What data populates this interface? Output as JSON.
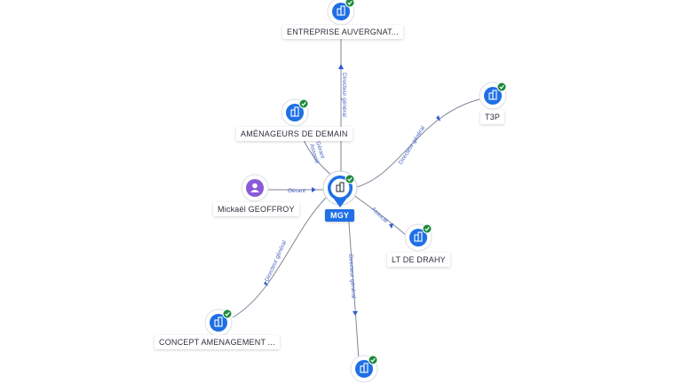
{
  "colors": {
    "company": "#1f6fe5",
    "person": "#8a5ad8",
    "check": "#1d8a3a",
    "edge": "#7d8696",
    "edge_label": "#4a67c9"
  },
  "nodes": {
    "center": {
      "label": "MGY",
      "icon": "building-icon"
    },
    "entreprise_auvergnat": {
      "label": "ENTREPRISE AUVERGNAT...",
      "icon": "building-icon"
    },
    "amenageurs": {
      "label": "AMÉNAGEURS DE DEMAIN",
      "icon": "building-icon"
    },
    "t3p": {
      "label": "T3P",
      "icon": "building-icon"
    },
    "mickael": {
      "label": "Mickaël GEOFFROY",
      "icon": "person-icon"
    },
    "lt_drahy": {
      "label": "LT DE DRAHY",
      "icon": "building-icon"
    },
    "concept": {
      "label": "CONCEPT AMENAGEMENT ...",
      "icon": "building-icon"
    },
    "bottom": {
      "label": "",
      "icon": "building-icon"
    }
  },
  "edges": {
    "entreprise_auvergnat": "Directeur général",
    "amenageurs_1": "Gérant",
    "amenageurs_2": "Associé",
    "t3p": "Directeur général",
    "mickael": "Gérant",
    "lt_drahy": "Associé",
    "concept": "Directeur général",
    "bottom": "Directeur général"
  }
}
